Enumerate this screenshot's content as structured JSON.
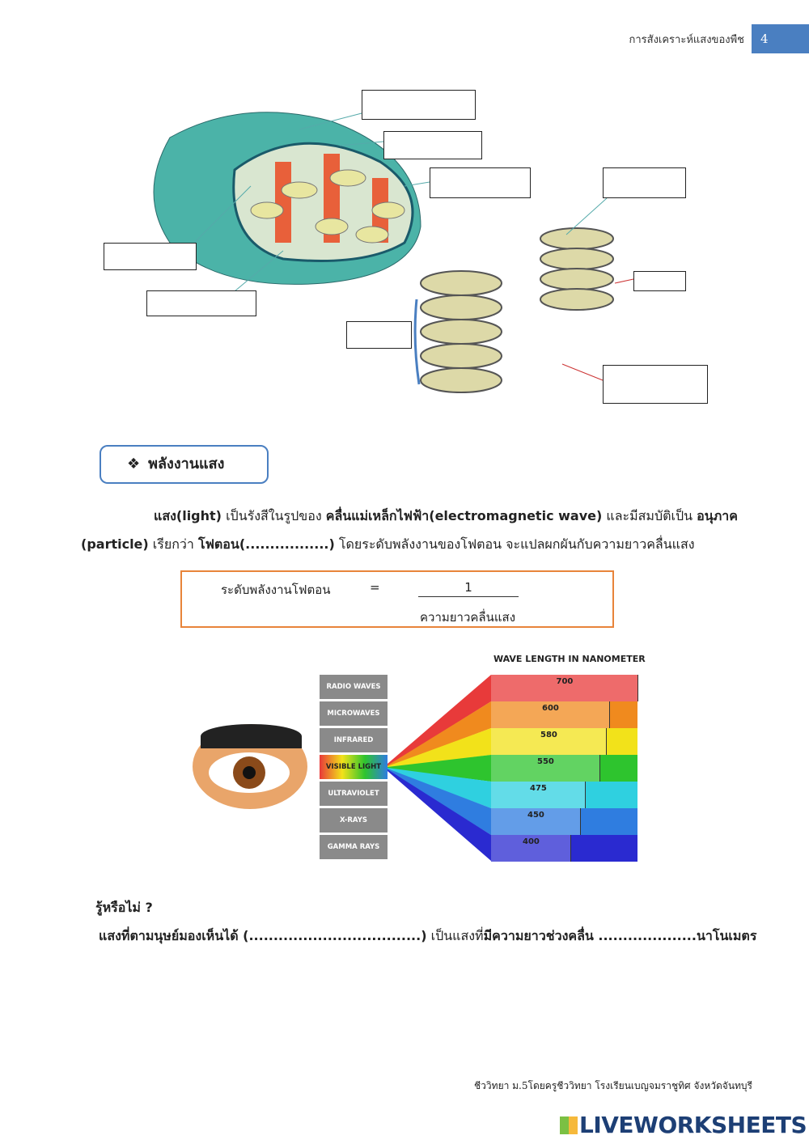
{
  "header": {
    "title": "การสังเคราะห์แสงของพืช",
    "page_number": "4"
  },
  "section": {
    "icon": "diamond-bullet-icon",
    "title": "พลังงานแสง"
  },
  "paragraph": {
    "p1_bold1": "แสง(light)",
    "p1_t1": " เป็นรังสีในรูปของ ",
    "p1_bold2": "คลื่นแม่เหล็กไฟฟ้า(electromagnetic wave)",
    "p1_t2": " และมีสมบัติเป็น ",
    "p1_bold3": "อนุภาค",
    "p2_bold1": "(particle)",
    "p2_t1": " เรียกว่า ",
    "p2_bold2": "โฟตอน(.................)",
    "p2_t2": " โดยระดับพลังงานของโฟตอน จะแปลผกผันกับความยาวคลื่นแสง"
  },
  "formula": {
    "lhs": "ระดับพลังงานโฟตอน",
    "eq": "=",
    "numerator": "1",
    "denominator": "ความยาวคลื่นแสง"
  },
  "spectrum": {
    "title": "WAVE LENGTH IN NANOMETER",
    "types": [
      "RADIO WAVES",
      "MICROWAVES",
      "INFRARED",
      "VISIBLE LIGHT",
      "ULTRAVIOLET",
      "X-RAYS",
      "GAMMA RAYS"
    ],
    "bands": [
      {
        "nm": "700",
        "color": "#e83a3a"
      },
      {
        "nm": "600",
        "color": "#f08a1e"
      },
      {
        "nm": "580",
        "color": "#f2e21a"
      },
      {
        "nm": "550",
        "color": "#2ec42e"
      },
      {
        "nm": "475",
        "color": "#2fd0e0"
      },
      {
        "nm": "450",
        "color": "#2f7de0"
      },
      {
        "nm": "400",
        "color": "#2a2ad0"
      }
    ]
  },
  "did_you_know": {
    "title": "รู้หรือไม่ ?",
    "t1": "แสงที่ตามนุษย์มองเห็นได้ (...................................)",
    "t2": " เป็นแสงที่",
    "t3": "มีความยาวช่วงคลื่น ....................นาโนเมตร"
  },
  "footer": {
    "credit": "ชีววิทยา ม.5โดยครูชีววิทยา โรงเรียนเบญจมราชูทิศ  จังหวัดจันทบุรี",
    "logo": "LIVEWORKSHEETS"
  }
}
